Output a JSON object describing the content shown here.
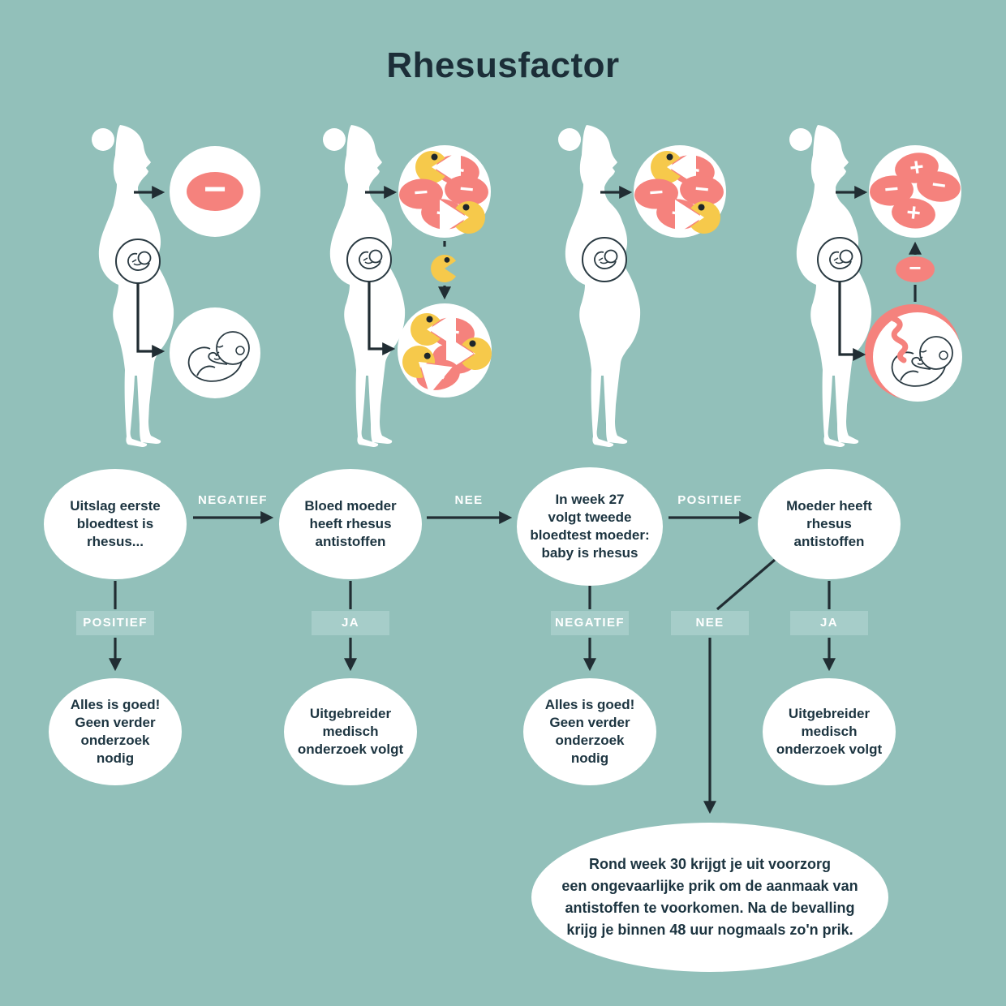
{
  "title": "Rhesusfactor",
  "colors": {
    "background": "#92c0ba",
    "label_background": "#a6cdc9",
    "cell_pink": "#f5827d",
    "antibody_yellow": "#f6c94b",
    "text_dark": "#1c3440",
    "arrow_dark": "#212d33",
    "node_white": "#ffffff"
  },
  "symbols": {
    "plus": "+",
    "minus": "−",
    "multiply": "×"
  },
  "icons": {
    "antibody": "pac-man-shape",
    "blood_cell_positive": "pink ellipse with +",
    "blood_cell_negative": "pink ellipse with −",
    "destroyed_cell": "pink ellipse with ×",
    "pregnant_woman": "white silhouette",
    "fetus": "line-art baby in circle"
  },
  "flow": {
    "nodes": [
      {
        "text": "Uitslag eerste\nbloedtest is\nrhesus..."
      },
      {
        "text": "Bloed moeder\nheeft rhesus\nantistoffen"
      },
      {
        "text": "In week 27\nvolgt tweede\nbloedtest moeder:\nbaby is rhesus"
      },
      {
        "text": "Moeder heeft\nrhesus\nantistoffen"
      }
    ],
    "h_labels": [
      "NEGATIEF",
      "NEE",
      "POSITIEF"
    ],
    "v_labels": [
      "POSITIEF",
      "JA",
      "NEGATIEF",
      "JA"
    ],
    "diag_label": "NEE",
    "results": [
      {
        "text": "Alles is goed!\nGeen verder\nonderzoek\nnodig"
      },
      {
        "text": "Uitgebreider\nmedisch\nonderzoek volgt"
      },
      {
        "text": "Alles is goed!\nGeen verder\nonderzoek\nnodig"
      },
      {
        "text": "Uitgebreider\nmedisch\nonderzoek volgt"
      }
    ],
    "footer": "Rond week 30 krijgt je uit voorzorg\neen ongevaarlijke prik om de aanmaak van\nantistoffen te voorkomen. Na de bevalling\nkrijg je binnen 48 uur nogmaals zo'n prik."
  }
}
